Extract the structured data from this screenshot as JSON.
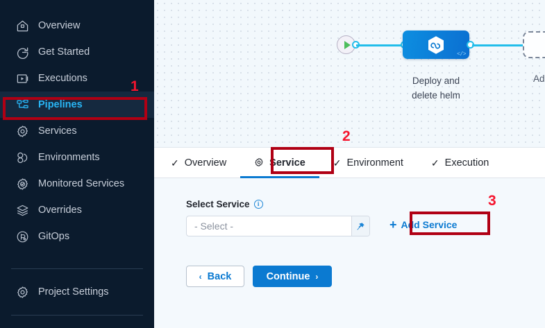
{
  "sidebar": {
    "items": [
      {
        "label": "Overview",
        "icon": "home-icon",
        "active": false
      },
      {
        "label": "Get Started",
        "icon": "get-started-icon",
        "active": false
      },
      {
        "label": "Executions",
        "icon": "executions-icon",
        "active": false
      },
      {
        "label": "Pipelines",
        "icon": "pipelines-icon",
        "active": true
      },
      {
        "label": "Services",
        "icon": "gear-icon",
        "active": false
      },
      {
        "label": "Environments",
        "icon": "environments-icon",
        "active": false
      },
      {
        "label": "Monitored Services",
        "icon": "monitored-services-icon",
        "active": false
      },
      {
        "label": "Overrides",
        "icon": "layers-icon",
        "active": false
      },
      {
        "label": "GitOps",
        "icon": "gitops-icon",
        "active": false
      }
    ],
    "footer": {
      "label": "Project Settings",
      "icon": "gear-icon"
    },
    "active_color": "#29b6f6",
    "background": "#0b1b2d"
  },
  "canvas": {
    "start_node": {
      "icon": "play-icon"
    },
    "stage": {
      "name": "Deploy and\ndelete helm",
      "name_line1": "Deploy and",
      "name_line2": "delete helm",
      "icon": "deployment-hexagon-icon",
      "badge": "</>",
      "color": "#0b7ad1"
    },
    "add_stage": {
      "label": "Add Stage",
      "icon": "plus-icon"
    },
    "end_node": {
      "icon": "stop-icon"
    }
  },
  "tabs": [
    {
      "label": "Overview",
      "icon": "check-icon",
      "selected": false
    },
    {
      "label": "Service",
      "icon": "gear-icon",
      "selected": true
    },
    {
      "label": "Environment",
      "icon": "check-icon",
      "selected": false
    },
    {
      "label": "Execution",
      "icon": "check-icon",
      "selected": false
    }
  ],
  "form": {
    "field_label": "Select Service",
    "info_icon": "info-icon",
    "select_value": "- Select -",
    "select_placeholder": "- Select -",
    "pin_icon": "pin-icon",
    "add_service_label": "Add Service",
    "add_service_plus": "+",
    "back_label": "Back",
    "back_chevron": "‹",
    "continue_label": "Continue",
    "continue_chevron": "›"
  },
  "annotations": {
    "color": "#b00014",
    "number_color": "#f5142e",
    "markers": [
      {
        "number": "1",
        "target": "sidebar-item-pipelines"
      },
      {
        "number": "2",
        "target": "tab-service"
      },
      {
        "number": "3",
        "target": "add-service-button"
      }
    ]
  }
}
